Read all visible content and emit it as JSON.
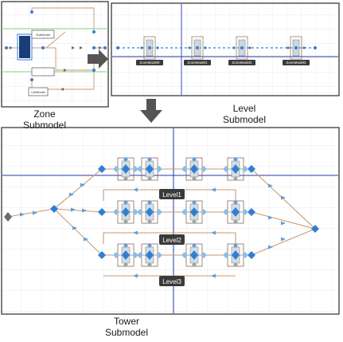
{
  "captions": {
    "zone": [
      "Zone",
      "Submodel"
    ],
    "level": [
      "Level",
      "Submodel"
    ],
    "tower": [
      "Tower",
      "Submodel"
    ]
  },
  "zone_panel": {
    "box_labels": [
      "SubModel",
      "CellModel"
    ]
  },
  "level_panel": {
    "zone_labels": [
      "ZoneModel0",
      "ZoneModel1",
      "ZoneModel2",
      "ZoneModel3"
    ]
  },
  "tower_panel": {
    "level_labels": [
      "Level1",
      "Level2",
      "Level3"
    ]
  },
  "colors": {
    "frame": "#2a2a2a",
    "grid": "#d6dce4",
    "grid_major": "#1f3aa8",
    "link": "#c79a72",
    "node": "#2f7fd4",
    "node_light": "#8cbde9",
    "arrow_fill": "#555555",
    "label_bg": "#3a3a3a",
    "label_fg": "#ffffff",
    "zone_green": "#5bc45b",
    "zone_bar": "#1a3d7a"
  }
}
